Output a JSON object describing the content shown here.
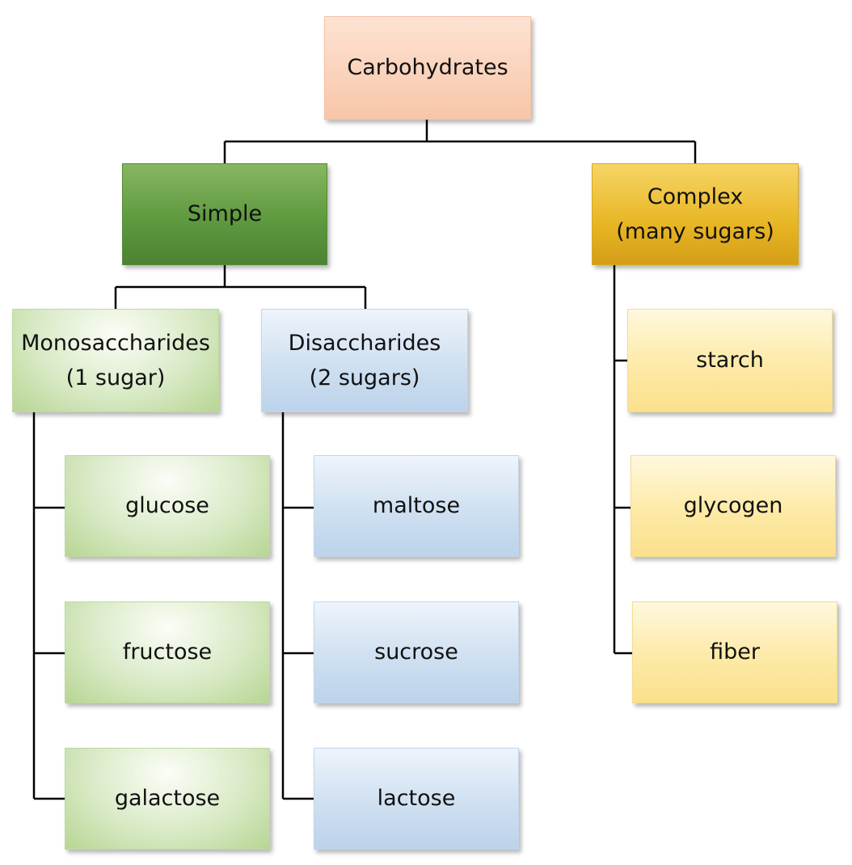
{
  "root": {
    "label": "Carbohydrates"
  },
  "simple": {
    "label": "Simple"
  },
  "complex": {
    "line1": "Complex",
    "line2": "(many sugars)"
  },
  "monosaccharides": {
    "line1": "Monosaccharides",
    "line2": "(1 sugar)",
    "items": [
      "glucose",
      "fructose",
      "galactose"
    ]
  },
  "disaccharides": {
    "line1": "Disaccharides",
    "line2": "(2 sugars)",
    "items": [
      "maltose",
      "sucrose",
      "lactose"
    ]
  },
  "complex_items": [
    "starch",
    "glycogen",
    "fiber"
  ],
  "colors": {
    "connector": "#000000",
    "root": "#f8c6a9",
    "simple": "#5e9a3f",
    "complex": "#e8b624",
    "monosaccharides": "#d9eac6",
    "disaccharides": "#cfe0f1",
    "complex_items": "#fdeaa7"
  }
}
